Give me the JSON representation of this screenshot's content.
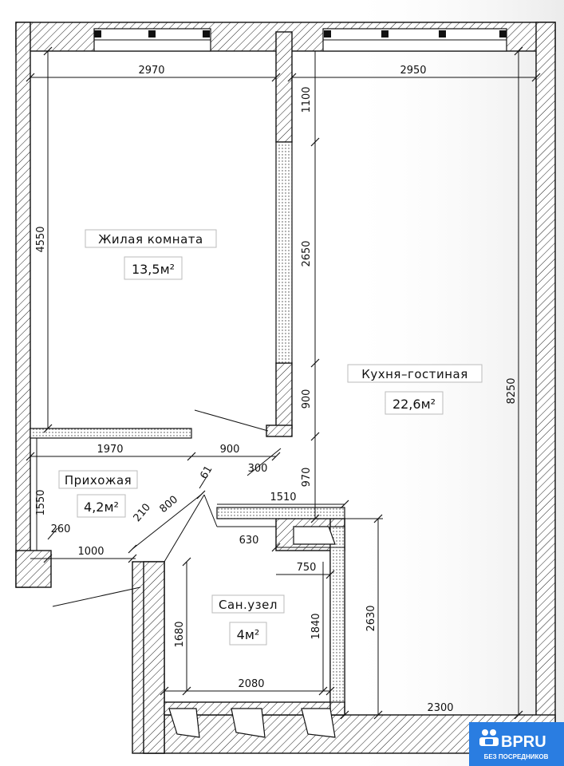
{
  "rooms": {
    "bedroom_name": "Жилая комната",
    "bedroom_area": "13,5м²",
    "kitchen_name": "Кухня–гостиная",
    "kitchen_area": "22,6м²",
    "hall_name": "Прихожая",
    "hall_area": "4,2м²",
    "bath_name": "Сан.узел",
    "bath_area": "4м²"
  },
  "dimensions": {
    "d2970": "2970",
    "d2950": "2950",
    "d1100": "1100",
    "d4550": "4550",
    "d2650": "2650",
    "d900v": "900",
    "d8250": "8250",
    "d1970": "1970",
    "d900h": "900",
    "d300": "300",
    "d970": "970",
    "d61": "61",
    "d1510": "1510",
    "d1550": "1550",
    "d210": "210",
    "d800": "800",
    "d260": "260",
    "d630": "630",
    "d1000": "1000",
    "d750": "750",
    "d2630": "2630",
    "d1680": "1680",
    "d1840": "1840",
    "d2080": "2080",
    "d2300": "2300"
  },
  "logo": {
    "brand": "BPRU",
    "tagline": "БЕЗ ПОСРЕДНИКОВ",
    "color": "#2a7de1"
  }
}
